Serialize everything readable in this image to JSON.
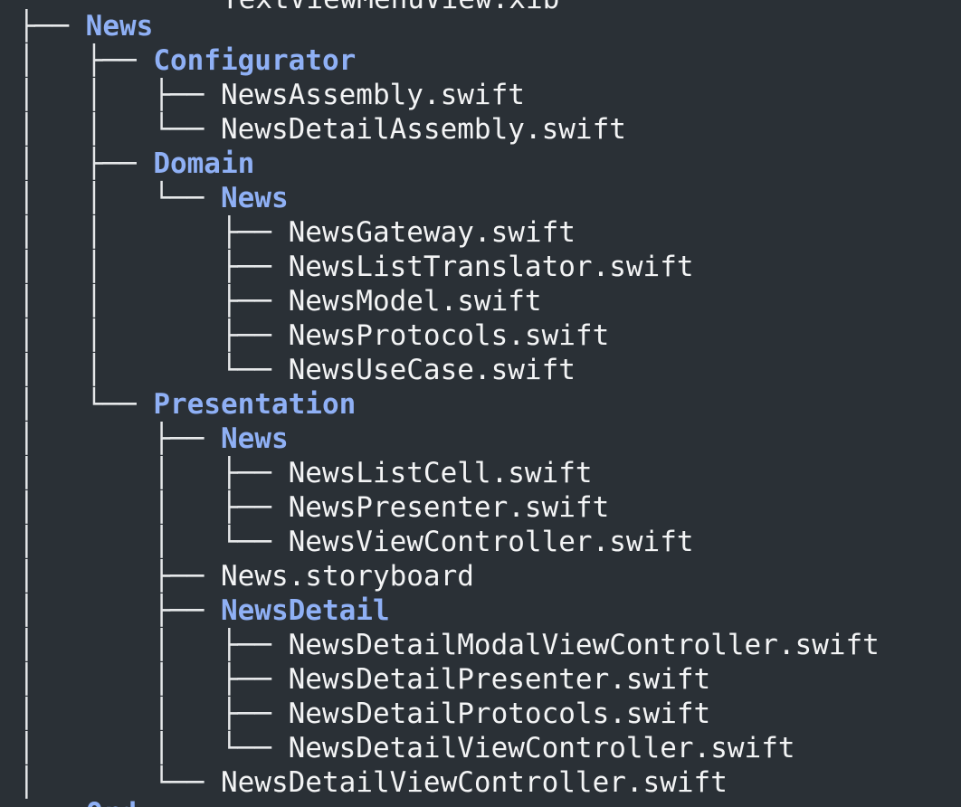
{
  "terminal": {
    "clipped_top_text": "TextViewMenuView.xib",
    "clipped_bottom_text": "Ord",
    "lines": [
      {
        "prefix": "├── ",
        "text": "News",
        "kind": "dir"
      },
      {
        "prefix": "│   ├── ",
        "text": "Configurator",
        "kind": "dir"
      },
      {
        "prefix": "│   │   ├── ",
        "text": "NewsAssembly.swift",
        "kind": "file"
      },
      {
        "prefix": "│   │   └── ",
        "text": "NewsDetailAssembly.swift",
        "kind": "file"
      },
      {
        "prefix": "│   ├── ",
        "text": "Domain",
        "kind": "dir"
      },
      {
        "prefix": "│   │   └── ",
        "text": "News",
        "kind": "dir"
      },
      {
        "prefix": "│   │       ├── ",
        "text": "NewsGateway.swift",
        "kind": "file"
      },
      {
        "prefix": "│   │       ├── ",
        "text": "NewsListTranslator.swift",
        "kind": "file"
      },
      {
        "prefix": "│   │       ├── ",
        "text": "NewsModel.swift",
        "kind": "file"
      },
      {
        "prefix": "│   │       ├── ",
        "text": "NewsProtocols.swift",
        "kind": "file"
      },
      {
        "prefix": "│   │       └── ",
        "text": "NewsUseCase.swift",
        "kind": "file"
      },
      {
        "prefix": "│   └── ",
        "text": "Presentation",
        "kind": "dir"
      },
      {
        "prefix": "│       ├── ",
        "text": "News",
        "kind": "dir"
      },
      {
        "prefix": "│       │   ├── ",
        "text": "NewsListCell.swift",
        "kind": "file"
      },
      {
        "prefix": "│       │   ├── ",
        "text": "NewsPresenter.swift",
        "kind": "file"
      },
      {
        "prefix": "│       │   └── ",
        "text": "NewsViewController.swift",
        "kind": "file"
      },
      {
        "prefix": "│       ├── ",
        "text": "News.storyboard",
        "kind": "file"
      },
      {
        "prefix": "│       ├── ",
        "text": "NewsDetail",
        "kind": "dir"
      },
      {
        "prefix": "│       │   ├── ",
        "text": "NewsDetailModalViewController.swift",
        "kind": "file"
      },
      {
        "prefix": "│       │   ├── ",
        "text": "NewsDetailPresenter.swift",
        "kind": "file"
      },
      {
        "prefix": "│       │   ├── ",
        "text": "NewsDetailProtocols.swift",
        "kind": "file"
      },
      {
        "prefix": "│       │   └── ",
        "text": "NewsDetailViewController.swift",
        "kind": "file"
      },
      {
        "prefix": "│       └── ",
        "text": "NewsDetailViewController.swift",
        "kind": "file"
      }
    ]
  }
}
